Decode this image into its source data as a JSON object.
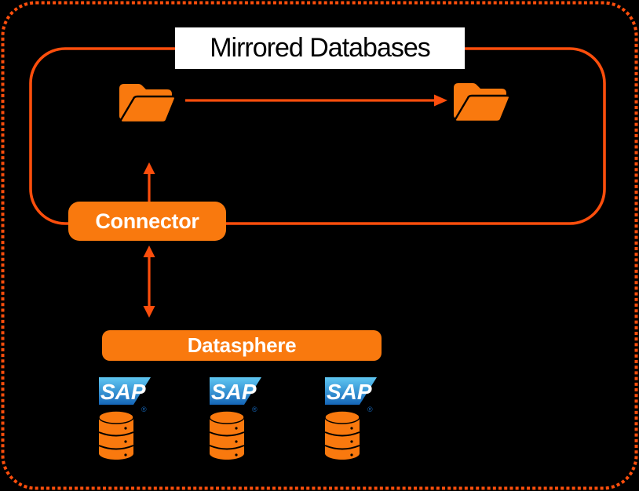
{
  "title": {
    "text": "Mirrored Databases"
  },
  "nodes": {
    "connector": {
      "label": "Connector"
    },
    "datasphere": {
      "label": "Datasphere"
    }
  },
  "sap_systems": [
    {
      "logo": "SAP",
      "registered": "®"
    },
    {
      "logo": "SAP",
      "registered": "®"
    },
    {
      "logo": "SAP",
      "registered": "®"
    }
  ],
  "icons": {
    "source_folder": "open-folder-icon",
    "mirror_folder": "open-folder-icon",
    "database": "database-cylinder-icon",
    "sap_logo": "sap-logo",
    "mirror_arrow": "right-arrow",
    "connector_folder_arrow": "up-arrow",
    "connector_datasphere_arrow": "double-vertical-arrow"
  },
  "colors": {
    "background": "#000000",
    "line": "#FC4E0C",
    "fill": "#F9790E",
    "title-bg": "#FFFFFF",
    "title-text": "#000000",
    "label-text": "#FFFFFF",
    "sap-top": "#5FC7F2",
    "sap-bottom": "#1566B8",
    "db-outline": "#000000"
  }
}
